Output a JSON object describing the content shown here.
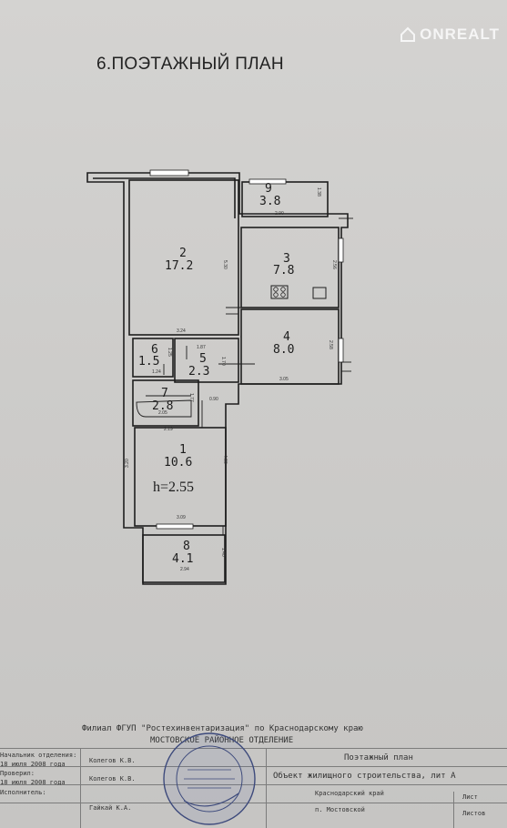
{
  "title": "6.ПОЭТАЖНЫЙ ПЛАН",
  "watermark": {
    "text": "ONREALT"
  },
  "rooms": [
    {
      "num": "1",
      "area": "10.6"
    },
    {
      "num": "2",
      "area": "17.2"
    },
    {
      "num": "3",
      "area": "7.8"
    },
    {
      "num": "4",
      "area": "8.0"
    },
    {
      "num": "5",
      "area": "2.3"
    },
    {
      "num": "6",
      "area": "1.5"
    },
    {
      "num": "7",
      "area": "2.8"
    },
    {
      "num": "8",
      "area": "4.1"
    },
    {
      "num": "9",
      "area": "3.8"
    }
  ],
  "dimensions": {
    "d_5_30": "5.30",
    "d_3_24": "3.24",
    "d_2_90": "2.90",
    "d_1_38": "1.38",
    "d_2_56": "2.56",
    "d_2_58": "2.58",
    "d_3_05": "3.05",
    "d_1_87": "1.87",
    "d_1_70": "1.70",
    "d_1_25": "1.25",
    "d_1_24": "1.24",
    "d_1_77": "1.77",
    "d_0_90": "0.90",
    "d_2_05": "2.05",
    "d_2_19": "2.19",
    "d_4_00": "4.00",
    "d_3_20": "3.20",
    "d_3_09": "3.09",
    "d_1_40": "1.40",
    "d_2_94": "2.94"
  },
  "height_label": "h=2.55",
  "footer": {
    "header": "Филиал ФГУП \"Ростехинвентаризация\" по Краснодарскому краю",
    "subheader": "МОСТОВСКОЕ РАЙОННОЕ ОТДЕЛЕНИЕ",
    "head_label": "Начальник отделения:",
    "date1": "18 июля 2008 года",
    "name1": "Колегов К.В.",
    "checked_label": "Проверил:",
    "date2": "18 июля 2008 года",
    "name2": "Колегов К.В.",
    "executor_label": "Исполнитель:",
    "name3": "Гайкай К.А.",
    "doc_title": "Поэтажный план",
    "object": "Объект жилищного строительства,  лит А",
    "region": "Краснодарский край",
    "district": "п. Мостовской",
    "sheet_label": "Лист",
    "sheets_label": "Листов"
  },
  "colors": {
    "paper": "#cdccca",
    "ink": "#1e1e1e",
    "stamp": "#3d4a7c",
    "watermark": "#ffffff"
  }
}
